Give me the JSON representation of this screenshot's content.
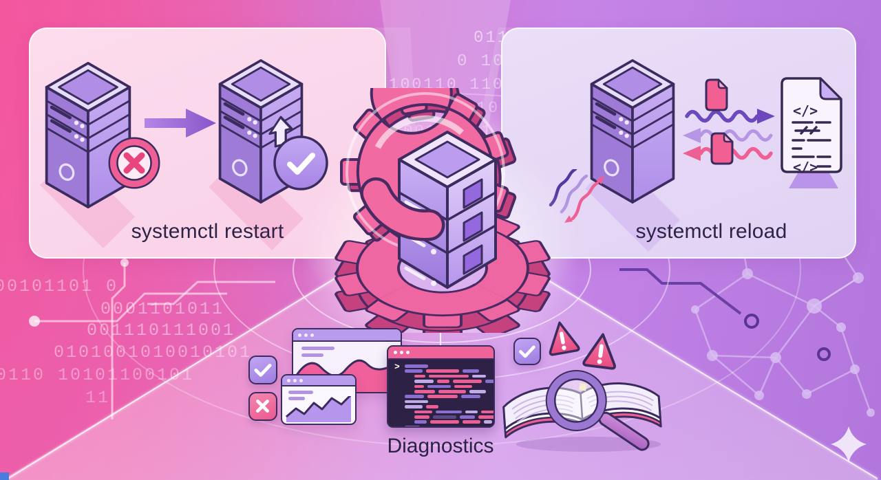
{
  "labels": {
    "panel_restart": "systemctl restart",
    "panel_reload": "systemctl reload",
    "diagnostics": "Diagnostics"
  },
  "glyphs": {
    "terminal_prompt": ">",
    "code_tag_top": "</>",
    "code_tag_bottom": "</>"
  },
  "binary": {
    "top_column": [
      "011",
      "0 10",
      "0100110 11011",
      "1001011 1011",
      "1001 0101",
      "100 1"
    ],
    "left_block": [
      "00101101 0",
      "0001101011",
      "001110111001",
      "0101001010010101",
      "0110 10101100101",
      "11"
    ]
  },
  "colors": {
    "accent_pink": "#ee5f9b",
    "accent_purple": "#9b7bd8",
    "outline": "#3b2b5e",
    "heading_text": "#2d2347",
    "terminal_bg": "#2d2145",
    "terminal_bar": "#ee6399",
    "panel_restart_bg": "#fbd9ec",
    "panel_reload_bg": "#e8ddf7"
  },
  "icons": {
    "restart_before_badge": "x-circle",
    "restart_after_badge": "check-circle",
    "restart_transition": "arrow-right",
    "reload_flow": [
      "document",
      "wavy-arrow-right",
      "wavy-arrow-left",
      "wavy-arrow-left",
      "document",
      "code-file"
    ],
    "center": "gear-with-server-stack",
    "diagnostics_items": [
      "check-square",
      "x-square",
      "browser-chart",
      "browser-chart",
      "terminal",
      "check-square",
      "warning-triangle",
      "warning-triangle",
      "book-with-magnifier"
    ]
  }
}
